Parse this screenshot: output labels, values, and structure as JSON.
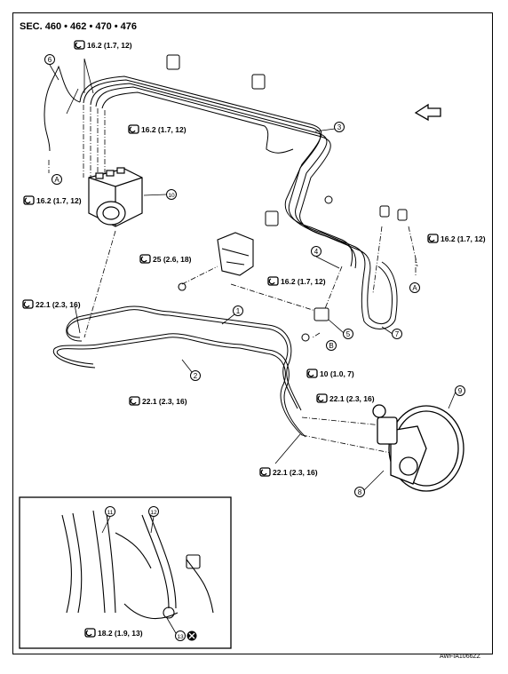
{
  "header": {
    "section": "SEC. 460 • 462 • 470 • 476"
  },
  "torques": {
    "t1": "16.2 (1.7, 12)",
    "t2": "16.2 (1.7, 12)",
    "t3": "16.2 (1.7, 12)",
    "t4": "16.2 (1.7, 12)",
    "t5": "25 (2.6, 18)",
    "t6": "16.2 (1.7, 12)",
    "t7": "22.1 (2.3, 16)",
    "t8": "10 (1.0, 7)",
    "t9": "22.1 (2.3, 16)",
    "t10": "22.1 (2.3, 16)",
    "t11": "22.1 (2.3, 16)",
    "t12": "18.2 (1.9, 13)"
  },
  "callouts": {
    "c1": "1",
    "c2": "2",
    "c3": "3",
    "c4": "4",
    "c5": "5",
    "c6": "6",
    "c7": "7",
    "c8": "8",
    "c9": "9",
    "c10": "10",
    "c11": "11",
    "c12": "12",
    "c13": "13"
  },
  "connectors": {
    "a1": "A",
    "a2": "A",
    "b1": "B"
  },
  "footer": {
    "code": "AWFIA1066ZZ"
  },
  "icons": [
    "torque-wrench-icon",
    "front-arrow-icon",
    "do-not-reuse-icon"
  ]
}
